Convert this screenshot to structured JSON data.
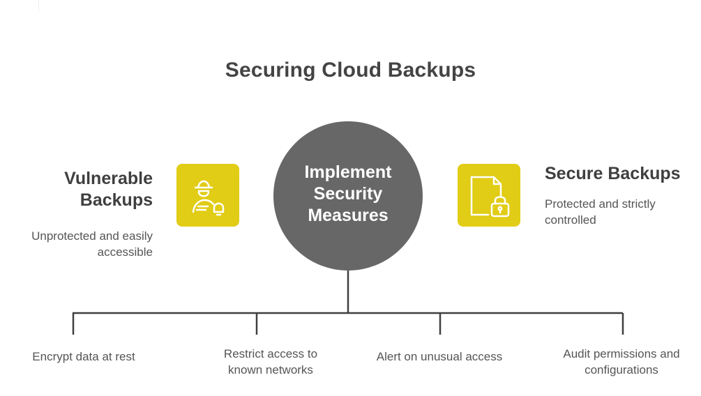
{
  "title": "Securing Cloud Backups",
  "left": {
    "heading_line1": "Vulnerable",
    "heading_line2": "Backups",
    "description_line1": "Unprotected and easily",
    "description_line2": "accessible",
    "icon": "intruder-alert-icon"
  },
  "center": {
    "line1": "Implement",
    "line2": "Security",
    "line3": "Measures"
  },
  "right": {
    "heading": "Secure Backups",
    "description_line1": "Protected and strictly",
    "description_line2": "controlled",
    "icon": "locked-file-icon"
  },
  "measures": [
    {
      "line1": "Encrypt data at rest",
      "line2": ""
    },
    {
      "line1": "Restrict access to",
      "line2": "known networks"
    },
    {
      "line1": "Alert on unusual access",
      "line2": ""
    },
    {
      "line1": "Audit permissions and",
      "line2": "configurations"
    }
  ],
  "colors": {
    "accent_yellow": "#e1cc16",
    "circle_gray": "#676767",
    "text_dark": "#3f3f3f",
    "text_body": "#555555",
    "connector": "#3f3f3f"
  }
}
